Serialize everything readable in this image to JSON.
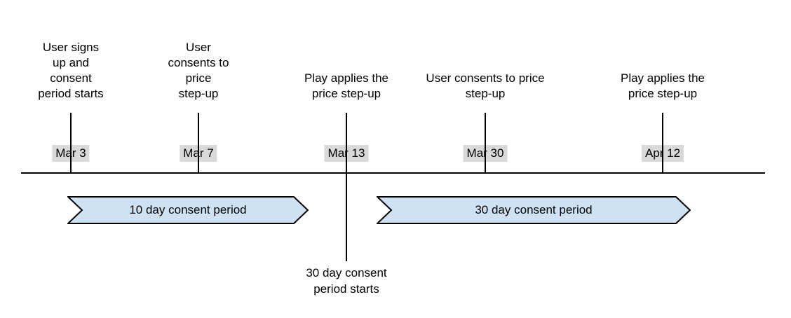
{
  "diagram": {
    "type": "timeline",
    "events": [
      {
        "date": "Mar 3",
        "label_lines": [
          "User signs",
          "up and",
          "consent",
          "period starts"
        ]
      },
      {
        "date": "Mar 7",
        "label_lines": [
          "User",
          "consents to",
          "price",
          "step-up"
        ]
      },
      {
        "date": "Mar 13",
        "label_lines": [
          "Play applies the",
          "price step-up"
        ],
        "below_lines": [
          "30 day consent",
          "period starts"
        ]
      },
      {
        "date": "Mar 30",
        "label_lines": [
          "User consents to price",
          "step-up"
        ]
      },
      {
        "date": "Apr 12",
        "label_lines": [
          "Play applies the",
          "price step-up"
        ]
      }
    ],
    "periods": [
      {
        "label": "10 day consent period"
      },
      {
        "label": "30 day consent period"
      }
    ],
    "colors": {
      "period_fill": "#cfe2f3",
      "period_border": "#000000",
      "date_label_bg": "#d9d9d9",
      "line": "#000000",
      "text": "#000000",
      "background": "#ffffff"
    }
  }
}
